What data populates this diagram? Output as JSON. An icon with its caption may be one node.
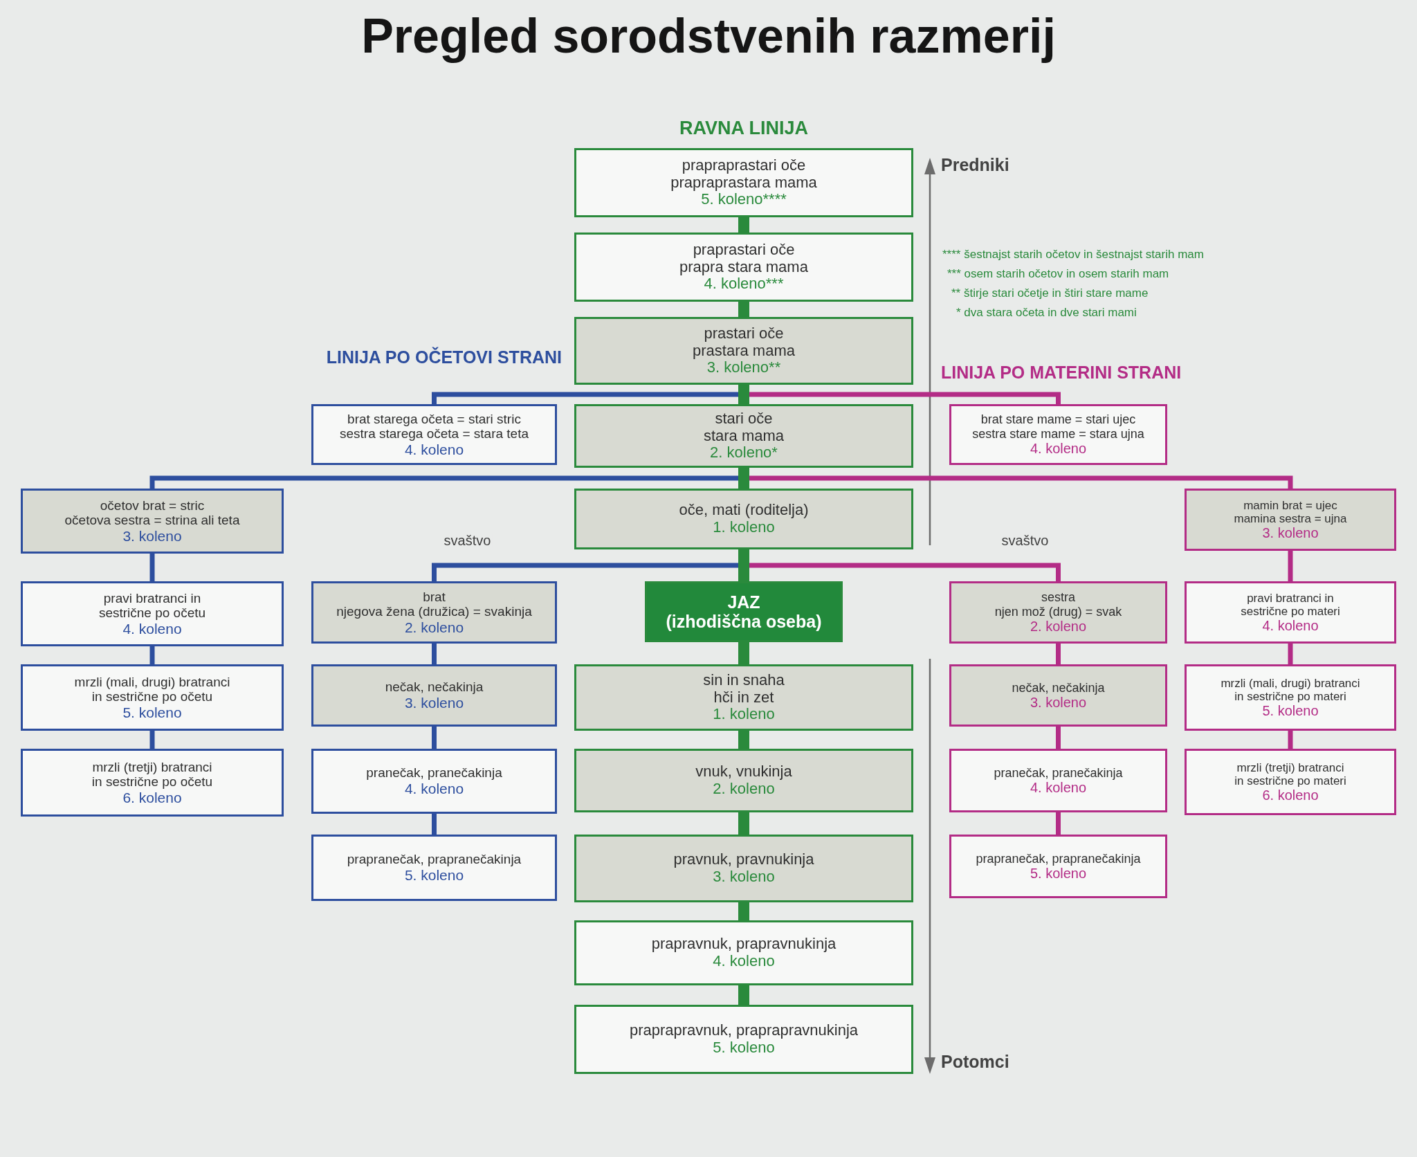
{
  "diagram": {
    "title": "Pregled sorodstvenih razmerij",
    "nodes": [
      {
        "text": [
          "prapraprastari oče",
          "prapraprastara mama",
          "5. koleno****"
        ]
      },
      {
        "text": [
          "praprastari oče",
          "prapra stara mama",
          "4. koleno***"
        ]
      },
      {
        "text": [
          "prastari oče",
          "prastara mama",
          "3. koleno**"
        ]
      },
      {
        "text": [
          "brat starega očeta = stari stric",
          "sestra starega očeta = stara teta",
          "4. koleno"
        ]
      },
      {
        "text": [
          "stari oče",
          "stara mama",
          "2. koleno*"
        ]
      },
      {
        "text": [
          "brat stare mame = stari ujec",
          "sestra stare mame = stara ujna",
          "4. koleno"
        ]
      },
      {
        "text": [
          "očetov brat = stric",
          "očetova sestra = strina ali teta",
          "3. koleno"
        ]
      },
      {
        "text": [
          "oče, mati (roditelja)",
          "1. koleno"
        ]
      },
      {
        "text": [
          "mamin brat = ujec",
          "mamina sestra = ujna",
          "3. koleno"
        ]
      },
      {
        "text": [
          "pravi bratranci in sestrične po očetu",
          "4. koleno"
        ]
      },
      {
        "text": [
          "brat",
          "njegova žena (družica) = svakinja",
          "2. koleno"
        ]
      },
      {
        "text": [
          "JAZ",
          "(izhodiščna oseba)"
        ]
      },
      {
        "text": [
          "sestra",
          "njen mož (drug) = svak",
          "2. koleno"
        ]
      },
      {
        "text": [
          "pravi bratranci in sestrične po materi",
          "4. koleno"
        ]
      },
      {
        "text": [
          "mrzli (mali, drugi) bratranci in sestrične po očetu",
          "5. koleno"
        ]
      },
      {
        "text": [
          "nečak, nečakinja",
          "3. koleno"
        ]
      },
      {
        "text": [
          "sin in snaha",
          "hči in zet",
          "1. koleno"
        ]
      },
      {
        "text": [
          "nečak, nečakinja",
          "3. koleno"
        ]
      },
      {
        "text": [
          "mrzli (mali, drugi) bratranci in sestrične po materi",
          "5. koleno"
        ]
      },
      {
        "text": [
          "mrzli (tretji) bratranci in sestrične po očetu",
          "6. koleno"
        ]
      },
      {
        "text": [
          "pranečak, pranečakinja",
          "4. koleno"
        ]
      },
      {
        "text": [
          "vnuk, vnukinja",
          "2. koleno"
        ]
      },
      {
        "text": [
          "pranečak, pranečakinja",
          "4. koleno"
        ]
      },
      {
        "text": [
          "mrzli (tretji) bratranci in sestrične po materi",
          "6. koleno"
        ]
      },
      {
        "text": [
          "prapranečak, prapranečakinja",
          "5. koleno"
        ]
      },
      {
        "text": [
          "pravnuk, pravnukinja",
          "3. koleno"
        ]
      },
      {
        "text": [
          "prapranečak, prapranečakinja",
          "5. koleno"
        ]
      },
      {
        "text": [
          "prapravnuk, prapravnukinja",
          "4. koleno"
        ]
      },
      {
        "text": [
          "praprapravnuk, praprapravnukinja",
          "5. koleno"
        ]
      }
    ],
    "edges": [
      {
        "from": 0,
        "to": 1,
        "arrow": "none",
        "style": "thick"
      },
      {
        "from": 1,
        "to": 2,
        "arrow": "none",
        "style": "thick"
      },
      {
        "from": 2,
        "to": 4,
        "arrow": "none",
        "style": "thick"
      },
      {
        "from": 4,
        "to": 7,
        "arrow": "none",
        "style": "thick"
      },
      {
        "from": 7,
        "to": 11,
        "arrow": "none",
        "style": "thick"
      },
      {
        "from": 11,
        "to": 16,
        "arrow": "none",
        "style": "thick"
      },
      {
        "from": 16,
        "to": 21,
        "arrow": "none",
        "style": "thick"
      },
      {
        "from": 21,
        "to": 25,
        "arrow": "none",
        "style": "thick"
      },
      {
        "from": 25,
        "to": 27,
        "arrow": "none",
        "style": "thick"
      },
      {
        "from": 27,
        "to": 28,
        "arrow": "none",
        "style": "thick"
      },
      {
        "from": 2,
        "to": 3,
        "arrow": "none",
        "color": "#2d4e9e"
      },
      {
        "from": 4,
        "to": 6,
        "arrow": "none",
        "color": "#2d4e9e"
      },
      {
        "from": 7,
        "to": 10,
        "arrow": "none",
        "color": "#2d4e9e",
        "label": "svaštvo"
      },
      {
        "from": 6,
        "to": 9,
        "arrow": "none",
        "color": "#2d4e9e"
      },
      {
        "from": 9,
        "to": 14,
        "arrow": "none",
        "color": "#2d4e9e"
      },
      {
        "from": 14,
        "to": 19,
        "arrow": "none",
        "color": "#2d4e9e"
      },
      {
        "from": 10,
        "to": 15,
        "arrow": "none",
        "color": "#2d4e9e"
      },
      {
        "from": 15,
        "to": 20,
        "arrow": "none",
        "color": "#2d4e9e"
      },
      {
        "from": 20,
        "to": 24,
        "arrow": "none",
        "color": "#2d4e9e"
      },
      {
        "from": 2,
        "to": 5,
        "arrow": "none",
        "color": "#b32c86"
      },
      {
        "from": 4,
        "to": 8,
        "arrow": "none",
        "color": "#b32c86"
      },
      {
        "from": 7,
        "to": 12,
        "arrow": "none",
        "color": "#b32c86",
        "label": "svaštvo"
      },
      {
        "from": 8,
        "to": 13,
        "arrow": "none",
        "color": "#b32c86"
      },
      {
        "from": 13,
        "to": 18,
        "arrow": "none",
        "color": "#b32c86"
      },
      {
        "from": 18,
        "to": 23,
        "arrow": "none",
        "color": "#b32c86"
      },
      {
        "from": 12,
        "to": 17,
        "arrow": "none",
        "color": "#b32c86"
      },
      {
        "from": 17,
        "to": 22,
        "arrow": "none",
        "color": "#b32c86"
      },
      {
        "from": 22,
        "to": 26,
        "arrow": "none",
        "color": "#b32c86"
      }
    ],
    "labels": [
      "RAVNA LINIJA",
      "Predniki",
      "**** šestnajst starih očetov in šestnajst starih mam",
      "*** osem starih očetov in osem starih mam",
      "** štirje stari očetje in štiri stare mame",
      "* dva stara očeta in dve stari mami",
      "LINIJA PO OČETOVI STRANI",
      "LINIJA PO MATERINI STRANI",
      "Potomci"
    ]
  }
}
